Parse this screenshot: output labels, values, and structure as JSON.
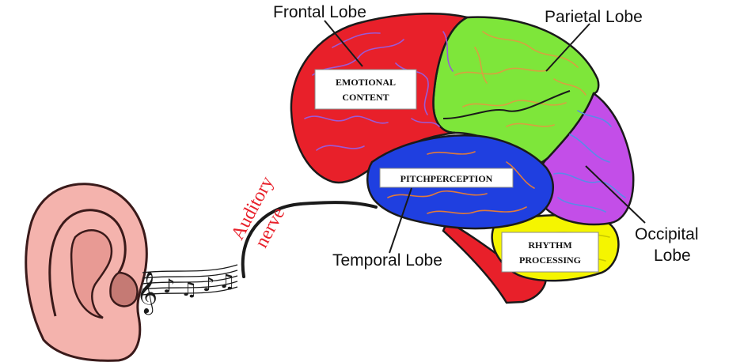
{
  "lobes": {
    "frontal": "Frontal Lobe",
    "parietal": "Parietal Lobe",
    "temporal": "Temporal Lobe",
    "occipital_line1": "Occipital",
    "occipital_line2": "Lobe"
  },
  "functions": {
    "emotional_line1": "EMOTIONAL",
    "emotional_line2": "CONTENT",
    "pitch": "PITCHPERCEPTION",
    "rhythm_line1": "RHYTHM",
    "rhythm_line2": "PROCESSING"
  },
  "nerve": {
    "line1": "Auditory",
    "line2": "nerve"
  },
  "colors": {
    "frontal": "#e8202a",
    "parietal": "#7ee63a",
    "temporal": "#1f3fe0",
    "occipital": "#c34ee8",
    "cerebellum": "#f5f500",
    "brainstem": "#e8202a",
    "ear": "#f4b3ad",
    "ear_outline": "#3a1a1a",
    "nerve_text": "#e8202a"
  }
}
